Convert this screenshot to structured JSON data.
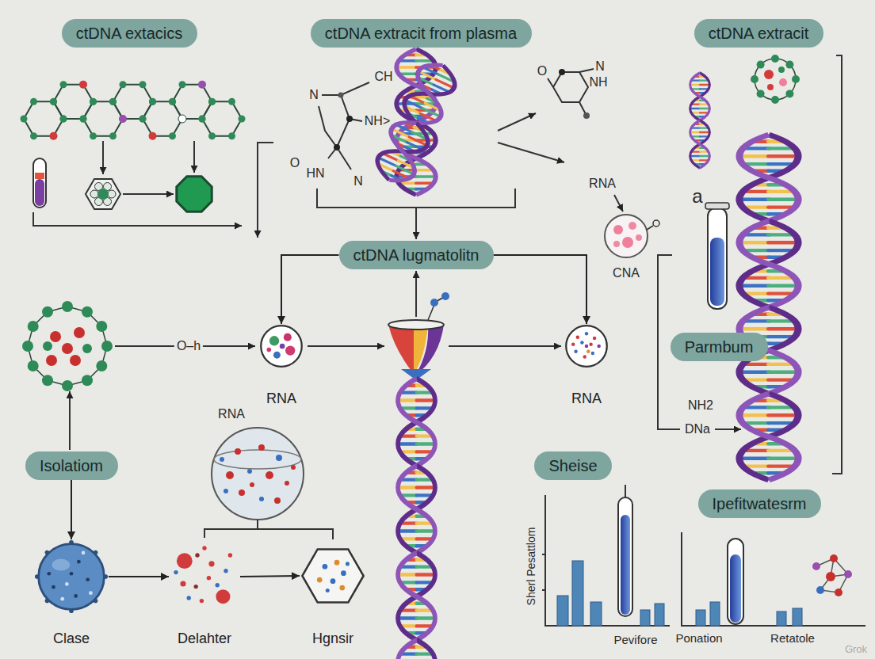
{
  "diagram": {
    "nodes": [
      {
        "text": [
          "ctDNA extacics"
        ]
      },
      {
        "text": [
          "ctDNA extracit from plasma"
        ]
      },
      {
        "text": [
          "ctDNA extracit"
        ]
      },
      {
        "text": [
          "ctDNA lugmatolitn"
        ]
      },
      {
        "text": [
          "RNA"
        ]
      },
      {
        "text": [
          "RNA"
        ]
      },
      {
        "text": [
          "Parmbum"
        ]
      },
      {
        "text": [
          "Isolatiom"
        ]
      },
      {
        "text": [
          "Sheise"
        ]
      },
      {
        "text": [
          "Ipefitwatesrm"
        ]
      },
      {
        "text": [
          "Clase"
        ]
      },
      {
        "text": [
          "Delahter"
        ]
      },
      {
        "text": [
          "Hgnsir"
        ]
      }
    ],
    "edges": [
      {
        "from": 3,
        "to": 4,
        "arrow": "to"
      },
      {
        "from": 3,
        "to": 5,
        "arrow": "to"
      },
      {
        "from": 7,
        "to": 10,
        "arrow": "to"
      },
      {
        "from": 10,
        "to": 11,
        "arrow": "to"
      },
      {
        "from": 11,
        "to": 12,
        "arrow": "to"
      }
    ],
    "labels": [
      "CH",
      "N",
      "NH>",
      "O",
      "HN",
      "N",
      "O",
      "N",
      "NH",
      "RNA",
      "CNA",
      "a",
      "NH2",
      "DNa",
      "O–h",
      "RNA",
      "Sherl Pesattlom",
      "Pevifore",
      "Ponation",
      "Retatole",
      "Grok"
    ]
  }
}
